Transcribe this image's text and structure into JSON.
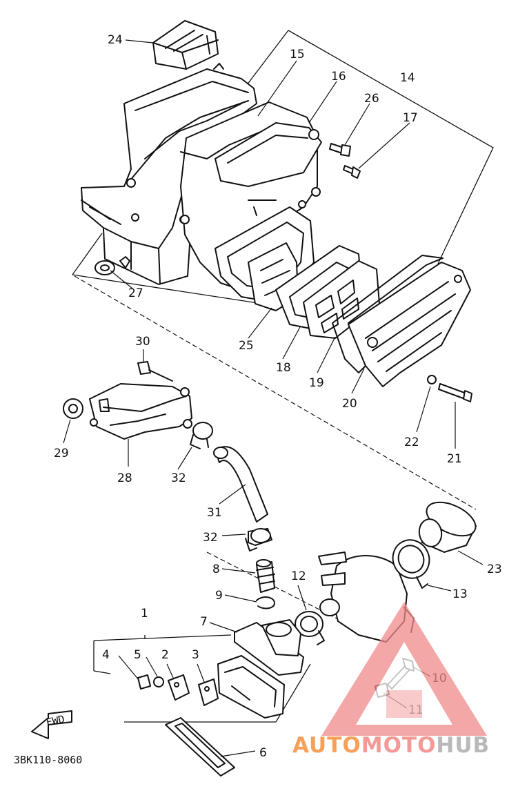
{
  "diagram": {
    "code": "3BK110-8060",
    "fwd_label": "FWD",
    "callouts": [
      "1",
      "2",
      "3",
      "4",
      "5",
      "6",
      "7",
      "8",
      "9",
      "10",
      "11",
      "12",
      "13",
      "14",
      "15",
      "16",
      "17",
      "18",
      "19",
      "20",
      "21",
      "22",
      "23",
      "24",
      "25",
      "26",
      "27",
      "28",
      "29",
      "30",
      "31",
      "32"
    ]
  },
  "watermark": {
    "part1": "AUTO",
    "part2": "MOTO",
    "part3": "HUB",
    "colors": {
      "auto": "#f6a05a",
      "moto": "#f39a97",
      "hub": "#b9b9b9",
      "triangle": "#f08a8a"
    }
  }
}
